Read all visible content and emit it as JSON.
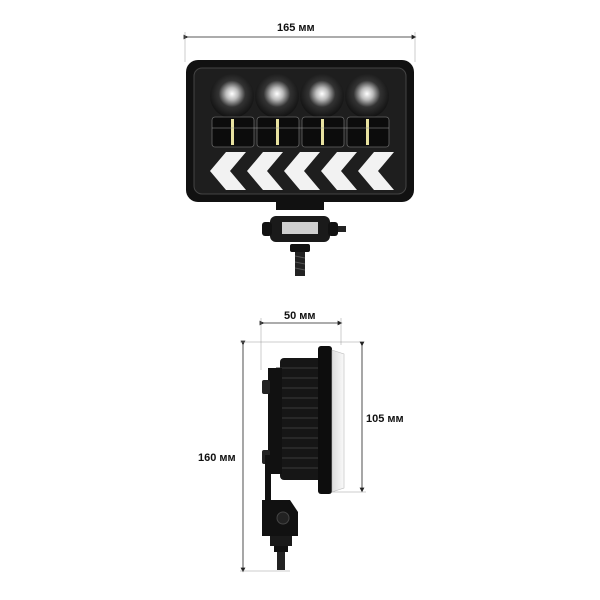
{
  "front_view": {
    "width_label": "165 мм",
    "lens_count": 4,
    "drl_count": 4,
    "chevron_count": 5
  },
  "side_view": {
    "depth_label": "50 мм",
    "height_label": "160 мм",
    "lens_height_label": "105 мм"
  },
  "colors": {
    "housing": "#111111",
    "lens": "#2a2a2a",
    "chevron": "#f2f2f2",
    "drl_strip": "#e8e2a0",
    "dimension_line": "#222222"
  }
}
